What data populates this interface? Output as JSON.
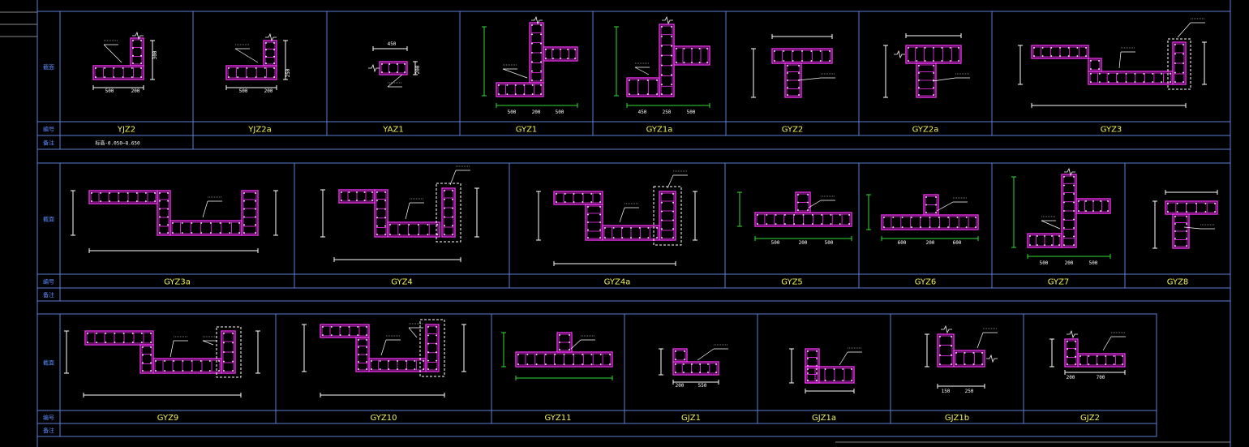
{
  "row_labels": {
    "section": "截面",
    "code": "编号",
    "note": "备注"
  },
  "rows": [
    {
      "names": [
        "YJZ2",
        "YJZ2a",
        "YAZ1",
        "GYZ1",
        "GYZ1a",
        "GYZ2",
        "GYZ2a",
        "GYZ3"
      ],
      "note_text": "标高-0.050~8.650"
    },
    {
      "names": [
        "GYZ3a",
        "GYZ4",
        "GYZ4a",
        "GYZ5",
        "GYZ6",
        "GYZ7",
        "GYZ8"
      ]
    },
    {
      "names": [
        "GYZ9",
        "GYZ10",
        "GYZ11",
        "GJZ1",
        "GJZ1a",
        "GJZ1b",
        "GJZ2"
      ]
    }
  ],
  "dims": {
    "YJZ2": [
      "500",
      "200",
      "300"
    ],
    "YJZ2a": [
      "500",
      "200",
      "250"
    ],
    "YAZ1": [
      "450",
      "200"
    ],
    "GYZ1": [
      "500",
      "200",
      "500"
    ],
    "GYZ1a": [
      "450",
      "250",
      "500"
    ],
    "GYZ5": [
      "500",
      "200",
      "500"
    ],
    "GYZ6": [
      "600",
      "200",
      "600"
    ],
    "GYZ7": [
      "500",
      "200",
      "500"
    ],
    "GJZ1": [
      "200",
      "550"
    ],
    "GJZ2": [
      "200",
      "700"
    ],
    "GJZ1b": [
      "150",
      "250"
    ]
  },
  "colors": {
    "grid": "#5a7fd6",
    "name": "#f0f05a",
    "rebar": "#ff33ff",
    "dim": "#ffffff",
    "dim_green": "#33dd33",
    "label": "#5a8cff",
    "dashed": "#ffffff"
  }
}
